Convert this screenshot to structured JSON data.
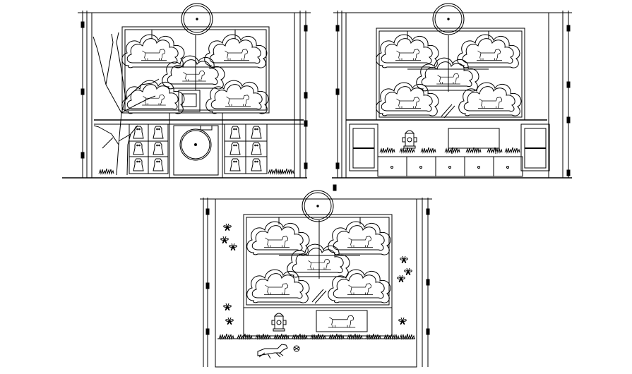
{
  "drawing": {
    "line_color": "#000000",
    "background": "#ffffff",
    "views": [
      {
        "id": "elevation-1",
        "features": [
          "dead-tree",
          "wall-clock",
          "cloud-shelves-with-dogs",
          "pet-shelf-units",
          "washing-machine-counter"
        ]
      },
      {
        "id": "elevation-2",
        "features": [
          "wall-clock",
          "cloud-shelves-with-dogs",
          "fire-hydrant",
          "bench",
          "drawer-counter",
          "side-cabinets"
        ]
      },
      {
        "id": "elevation-3",
        "features": [
          "wall-clock",
          "cloud-shelves-with-dogs",
          "butterflies",
          "fire-hydrant",
          "dog-bed",
          "running-dog",
          "ball"
        ]
      }
    ]
  }
}
